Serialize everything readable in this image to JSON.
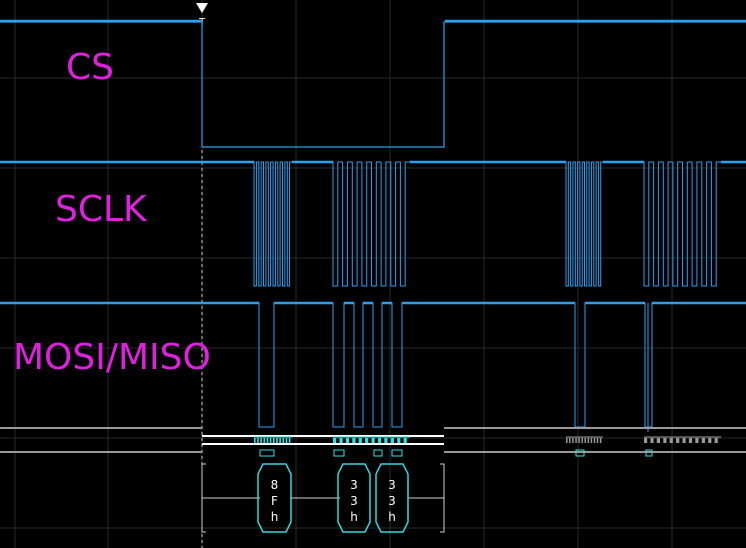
{
  "channels": {
    "cs": {
      "label": "CS"
    },
    "sclk": {
      "label": "SCLK"
    },
    "data": {
      "label": "MOSI/MISO"
    }
  },
  "decode": {
    "bytes": [
      {
        "chars": [
          "8",
          "F",
          "h"
        ]
      },
      {
        "chars": [
          "3",
          "3",
          "h"
        ]
      },
      {
        "chars": [
          "3",
          "3",
          "h"
        ]
      }
    ]
  },
  "trigger": {
    "marker": "T"
  },
  "colors": {
    "background": "#000000",
    "grid": "#2a2a2a",
    "trace": "#2aa0f0",
    "label": "#e020e0",
    "bus_active": "#30e0e0",
    "bus_idle": "#9a9a9a",
    "decode_box": "#30d8e0"
  }
}
